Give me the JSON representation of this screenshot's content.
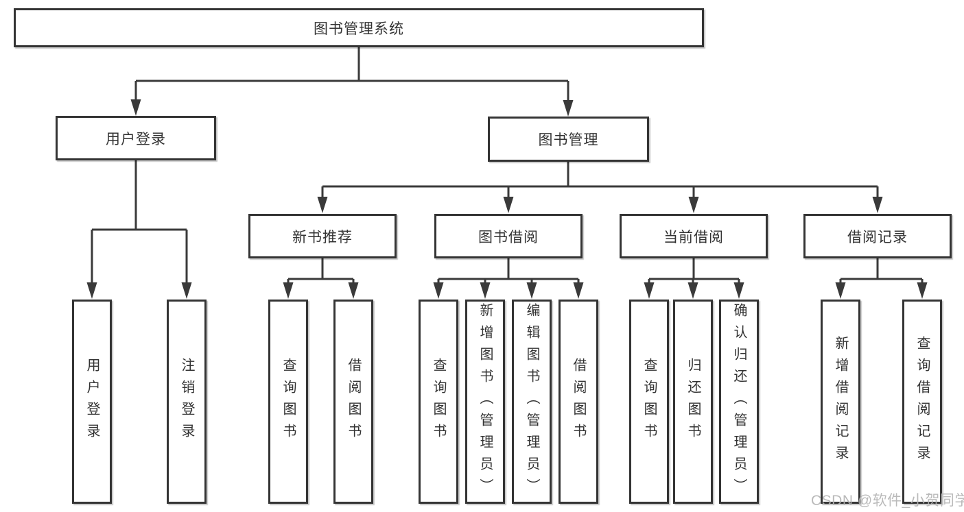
{
  "diagram": {
    "tree": {
      "label": "图书管理系统",
      "children": [
        {
          "label": "用户登录",
          "children": [
            {
              "label": "用户登录"
            },
            {
              "label": "注销登录"
            }
          ]
        },
        {
          "label": "图书管理",
          "children": [
            {
              "label": "新书推荐",
              "children": [
                {
                  "label": "查询图书"
                },
                {
                  "label": "借阅图书"
                }
              ]
            },
            {
              "label": "图书借阅",
              "children": [
                {
                  "label": "查询图书"
                },
                {
                  "label": "新增图书（管理员）"
                },
                {
                  "label": "编辑图书（管理员）"
                },
                {
                  "label": "借阅图书"
                }
              ]
            },
            {
              "label": "当前借阅",
              "children": [
                {
                  "label": "查询图书"
                },
                {
                  "label": "归还图书"
                },
                {
                  "label": "确认归还（管理员）"
                }
              ]
            },
            {
              "label": "借阅记录",
              "children": [
                {
                  "label": "新增借阅记录"
                },
                {
                  "label": "查询借阅记录"
                }
              ]
            }
          ]
        }
      ]
    },
    "watermark": "CSDN @软件_小贺同学",
    "colors": {
      "line": "#3a3a3a",
      "border": "#343434",
      "text": "#333333",
      "watermark": "#b5b5b5",
      "background": "#ffffff"
    }
  }
}
